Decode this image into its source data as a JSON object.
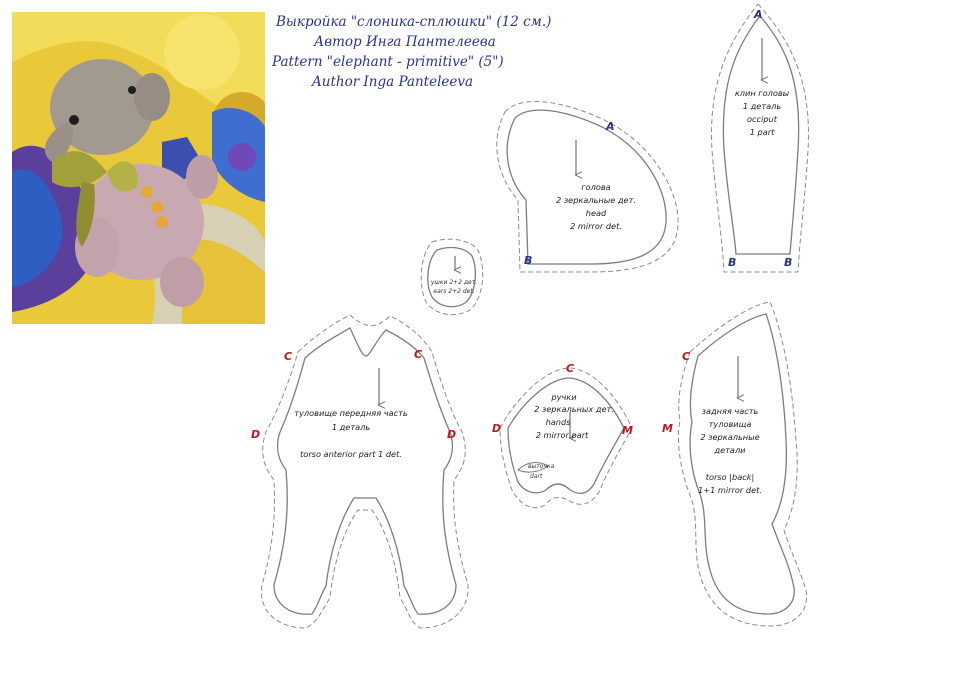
{
  "title": {
    "line1": "Выкройка \"слоника-сплюшки\" (12 см.)",
    "line2": "Автор Инга Пантелеева",
    "line3": "Pattern \"elephant - primitive\" (5\")",
    "line4": "Author Inga Panteleeva"
  },
  "pieces": {
    "head": {
      "l1": "голова",
      "l2": "2 зеркальные дет.",
      "l3": "head",
      "l4": "2 mirror det.",
      "marks": [
        "A",
        "B"
      ]
    },
    "occiput": {
      "l1": "клин головы",
      "l2": "1 деталь",
      "l3": "occiput",
      "l4": "1 part",
      "marks": [
        "A",
        "B",
        "B"
      ]
    },
    "ears": {
      "l1": "ушки 2+2 дет.",
      "l2": "ears 2+2 det."
    },
    "torso_front": {
      "l1": "туловище передняя часть",
      "l2": "1 деталь",
      "l3": "torso anterior part 1 det.",
      "marks": [
        "C",
        "C",
        "D",
        "D"
      ]
    },
    "hands": {
      "l1": "ручки",
      "l2": "2 зеркальных дет.",
      "l3": "hands",
      "l4": "2 mirror part",
      "dart1": "выточка",
      "dart2": "dart",
      "marks": [
        "C",
        "D",
        "M"
      ]
    },
    "torso_back": {
      "l1": "задняя часть",
      "l2": "туловища",
      "l3": "2 зеркальные",
      "l4": "детали",
      "l5": "torso |back|",
      "l6": "1+1 mirror det.",
      "marks": [
        "C",
        "M"
      ]
    }
  },
  "colors": {
    "title": "#2a3290",
    "mark_red": "#c0161c",
    "mark_blue": "#2a3290"
  }
}
